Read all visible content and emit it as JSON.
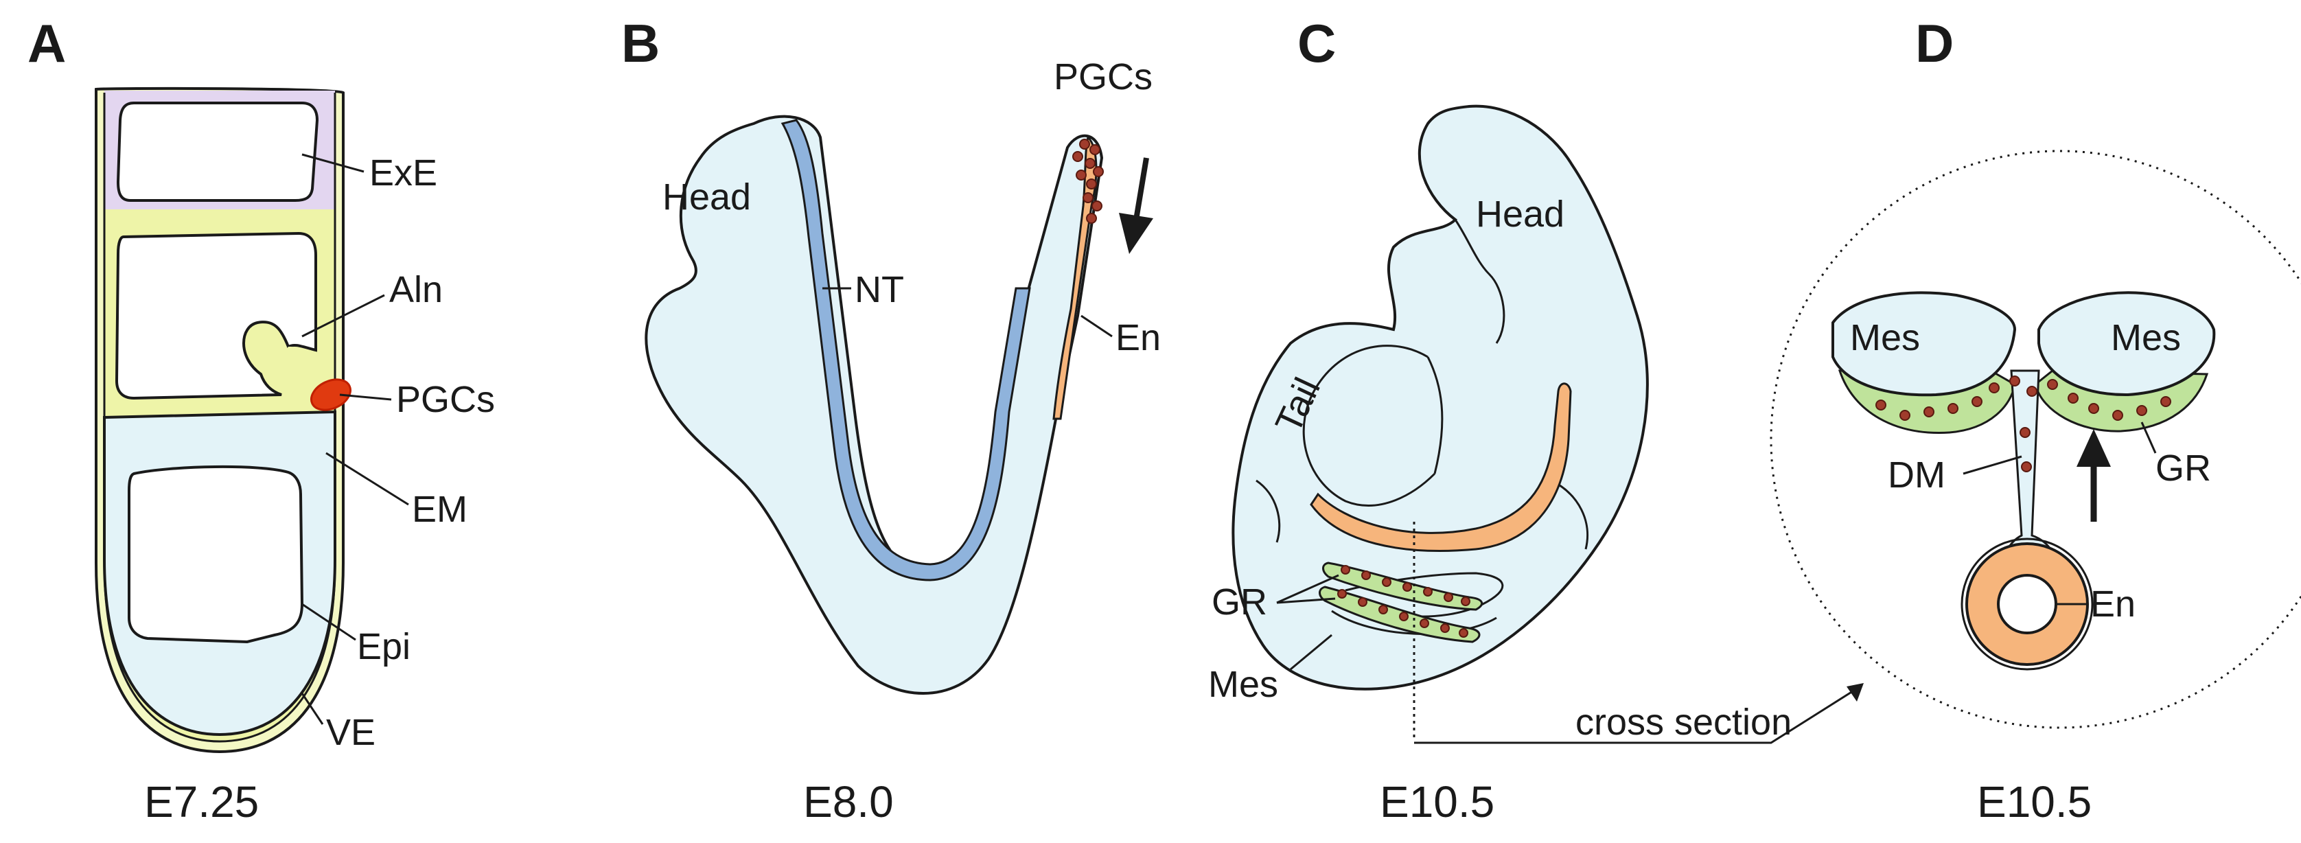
{
  "panels": [
    {
      "letter": "A",
      "stage": "E7.25",
      "labels": {
        "exe": "ExE",
        "aln": "Aln",
        "pgcs": "PGCs",
        "em": "EM",
        "epi": "Epi",
        "ve": "VE"
      }
    },
    {
      "letter": "B",
      "stage": "E8.0",
      "labels": {
        "head": "Head",
        "nt": "NT",
        "pgcs": "PGCs",
        "en": "En"
      }
    },
    {
      "letter": "C",
      "stage": "E10.5",
      "labels": {
        "head": "Head",
        "tail": "Tail",
        "gr": "GR",
        "mes": "Mes",
        "cross_section": "cross section"
      }
    },
    {
      "letter": "D",
      "stage": "E10.5",
      "labels": {
        "mes_left": "Mes",
        "mes_right": "Mes",
        "dm": "DM",
        "gr": "GR",
        "en": "En"
      }
    }
  ],
  "colors": {
    "tissue_blue": "#e3f3f8",
    "exe_lavender": "#e3d6f0",
    "em_yellow": "#eef4a8",
    "pgc_red": "#e03a10",
    "pgc_dot": "#a03c2c",
    "neural_tube": "#8fb3dc",
    "endoderm": "#f6b57c",
    "gonadal_ridge": "#bfe39b"
  }
}
